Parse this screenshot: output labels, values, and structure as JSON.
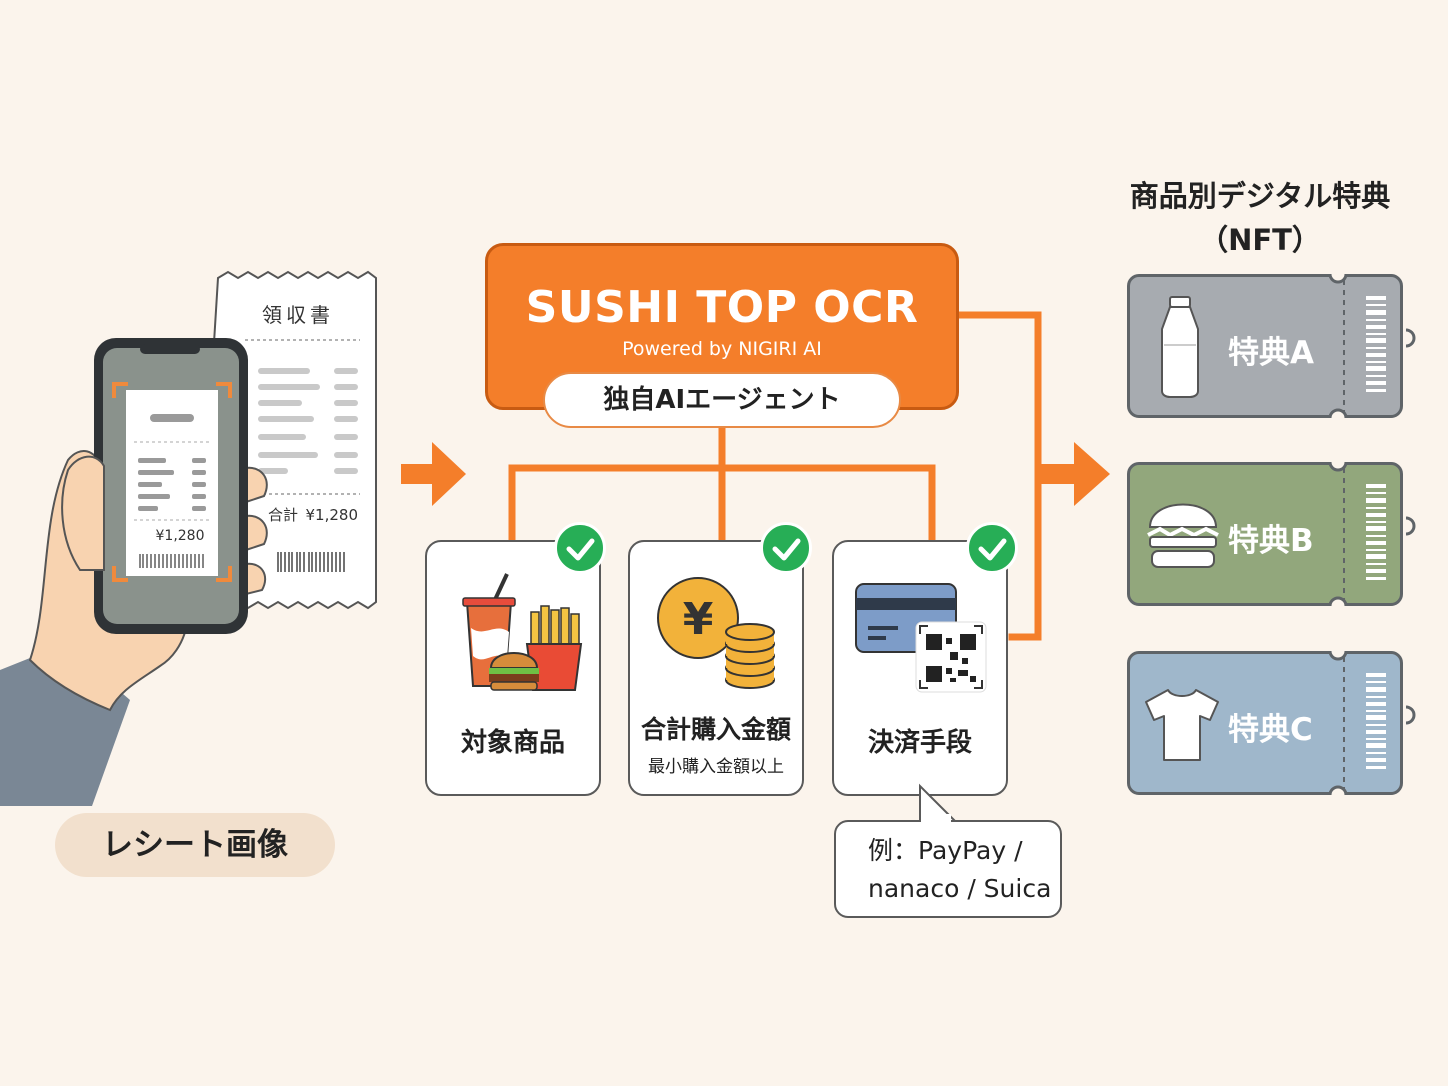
{
  "ocr": {
    "title": "SUSHI TOP OCR",
    "subtitle": "Powered by NIGIRI AI",
    "agent_label": "独自AIエージェント"
  },
  "receipt": {
    "title": "領収書",
    "total_label": "合計",
    "total_amount": "¥1,280",
    "phone_amount": "¥1,280",
    "caption": "レシート画像"
  },
  "conditions": [
    {
      "label": "対象商品",
      "sublabel": ""
    },
    {
      "label": "合計購入金額",
      "sublabel": "最小購入金額以上"
    },
    {
      "label": "決済手段",
      "sublabel": ""
    }
  ],
  "payment_example": {
    "line1": "例：PayPay /",
    "line2": "nanaco / Suica"
  },
  "nft": {
    "heading_line1": "商品別デジタル特典",
    "heading_line2": "（NFT）",
    "tickets": [
      {
        "label": "特典A",
        "item": "bottle-icon",
        "color": "#a7abb0"
      },
      {
        "label": "特典B",
        "item": "burger-icon",
        "color": "#92a77c"
      },
      {
        "label": "特典C",
        "item": "tshirt-icon",
        "color": "#9fb7cb"
      }
    ]
  },
  "colors": {
    "accent": "#f47e2a",
    "check": "#27ae56",
    "background": "#fbf4ec"
  }
}
